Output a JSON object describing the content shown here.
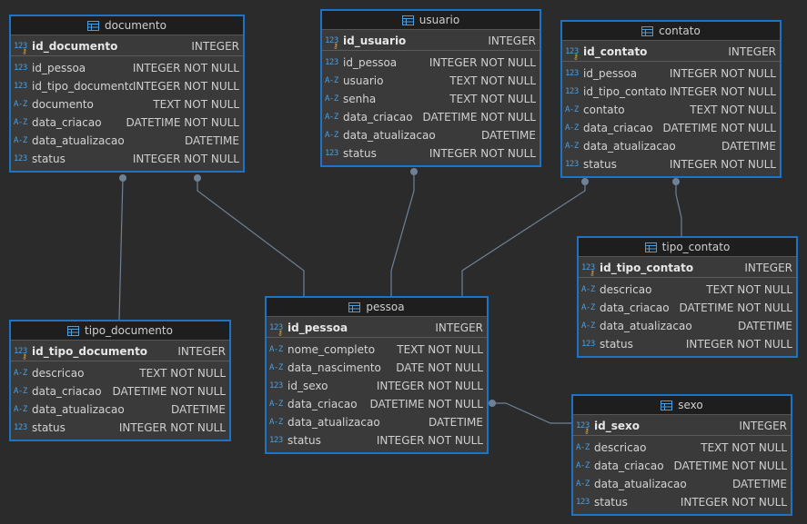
{
  "diagram": {
    "entities": [
      {
        "id": "documento",
        "title": "documento",
        "columns": [
          {
            "name": "id_documento",
            "type": "INTEGER",
            "kind": "num",
            "pk": true
          },
          {
            "name": "id_pessoa",
            "type": "INTEGER NOT NULL",
            "kind": "num"
          },
          {
            "name": "id_tipo_documento",
            "type": "INTEGER NOT NULL",
            "kind": "num"
          },
          {
            "name": "documento",
            "type": "TEXT NOT NULL",
            "kind": "text"
          },
          {
            "name": "data_criacao",
            "type": "DATETIME NOT NULL",
            "kind": "text"
          },
          {
            "name": "data_atualizacao",
            "type": "DATETIME",
            "kind": "text"
          },
          {
            "name": "status",
            "type": "INTEGER NOT NULL",
            "kind": "num"
          }
        ]
      },
      {
        "id": "usuario",
        "title": "usuario",
        "columns": [
          {
            "name": "id_usuario",
            "type": "INTEGER",
            "kind": "num",
            "pk": true
          },
          {
            "name": "id_pessoa",
            "type": "INTEGER NOT NULL",
            "kind": "num"
          },
          {
            "name": "usuario",
            "type": "TEXT NOT NULL",
            "kind": "text"
          },
          {
            "name": "senha",
            "type": "TEXT NOT NULL",
            "kind": "text"
          },
          {
            "name": "data_criacao",
            "type": "DATETIME NOT NULL",
            "kind": "text"
          },
          {
            "name": "data_atualizacao",
            "type": "DATETIME",
            "kind": "text"
          },
          {
            "name": "status",
            "type": "INTEGER NOT NULL",
            "kind": "num"
          }
        ]
      },
      {
        "id": "contato",
        "title": "contato",
        "columns": [
          {
            "name": "id_contato",
            "type": "INTEGER",
            "kind": "num",
            "pk": true
          },
          {
            "name": "id_pessoa",
            "type": "INTEGER NOT NULL",
            "kind": "num"
          },
          {
            "name": "id_tipo_contato",
            "type": "INTEGER NOT NULL",
            "kind": "num"
          },
          {
            "name": "contato",
            "type": "TEXT NOT NULL",
            "kind": "text"
          },
          {
            "name": "data_criacao",
            "type": "DATETIME NOT NULL",
            "kind": "text"
          },
          {
            "name": "data_atualizacao",
            "type": "DATETIME",
            "kind": "text"
          },
          {
            "name": "status",
            "type": "INTEGER NOT NULL",
            "kind": "num"
          }
        ]
      },
      {
        "id": "tipo_contato",
        "title": "tipo_contato",
        "columns": [
          {
            "name": "id_tipo_contato",
            "type": "INTEGER",
            "kind": "num",
            "pk": true
          },
          {
            "name": "descricao",
            "type": "TEXT NOT NULL",
            "kind": "text"
          },
          {
            "name": "data_criacao",
            "type": "DATETIME NOT NULL",
            "kind": "text"
          },
          {
            "name": "data_atualizacao",
            "type": "DATETIME",
            "kind": "text"
          },
          {
            "name": "status",
            "type": "INTEGER NOT NULL",
            "kind": "num"
          }
        ]
      },
      {
        "id": "pessoa",
        "title": "pessoa",
        "columns": [
          {
            "name": "id_pessoa",
            "type": "INTEGER",
            "kind": "num",
            "pk": true
          },
          {
            "name": "nome_completo",
            "type": "TEXT NOT NULL",
            "kind": "text"
          },
          {
            "name": "data_nascimento",
            "type": "DATE NOT NULL",
            "kind": "text"
          },
          {
            "name": "id_sexo",
            "type": "INTEGER NOT NULL",
            "kind": "num"
          },
          {
            "name": "data_criacao",
            "type": "DATETIME NOT NULL",
            "kind": "text"
          },
          {
            "name": "data_atualizacao",
            "type": "DATETIME",
            "kind": "text"
          },
          {
            "name": "status",
            "type": "INTEGER NOT NULL",
            "kind": "num"
          }
        ]
      },
      {
        "id": "tipo_documento",
        "title": "tipo_documento",
        "columns": [
          {
            "name": "id_tipo_documento",
            "type": "INTEGER",
            "kind": "num",
            "pk": true
          },
          {
            "name": "descricao",
            "type": "TEXT NOT NULL",
            "kind": "text"
          },
          {
            "name": "data_criacao",
            "type": "DATETIME NOT NULL",
            "kind": "text"
          },
          {
            "name": "data_atualizacao",
            "type": "DATETIME",
            "kind": "text"
          },
          {
            "name": "status",
            "type": "INTEGER NOT NULL",
            "kind": "num"
          }
        ]
      },
      {
        "id": "sexo",
        "title": "sexo",
        "columns": [
          {
            "name": "id_sexo",
            "type": "INTEGER",
            "kind": "num",
            "pk": true
          },
          {
            "name": "descricao",
            "type": "TEXT NOT NULL",
            "kind": "text"
          },
          {
            "name": "data_criacao",
            "type": "DATETIME NOT NULL",
            "kind": "text"
          },
          {
            "name": "data_atualizacao",
            "type": "DATETIME",
            "kind": "text"
          },
          {
            "name": "status",
            "type": "INTEGER NOT NULL",
            "kind": "num"
          }
        ]
      }
    ],
    "relationships": [
      {
        "from": "documento",
        "to": "tipo_documento"
      },
      {
        "from": "documento",
        "to": "pessoa"
      },
      {
        "from": "usuario",
        "to": "pessoa"
      },
      {
        "from": "contato",
        "to": "pessoa"
      },
      {
        "from": "contato",
        "to": "tipo_contato"
      },
      {
        "from": "pessoa",
        "to": "sexo"
      }
    ],
    "icons": {
      "table": "table-icon",
      "num": "123",
      "text": "A-Z",
      "primary_key": "key-icon"
    },
    "colors": {
      "background": "#2b2b2b",
      "entity_border": "#1e73c4",
      "entity_body": "#3a3a3a",
      "header_bg": "#1e1e1e",
      "type_icon": "#4a9fe0",
      "key": "#d9a93b",
      "connector": "#6f8196"
    }
  }
}
